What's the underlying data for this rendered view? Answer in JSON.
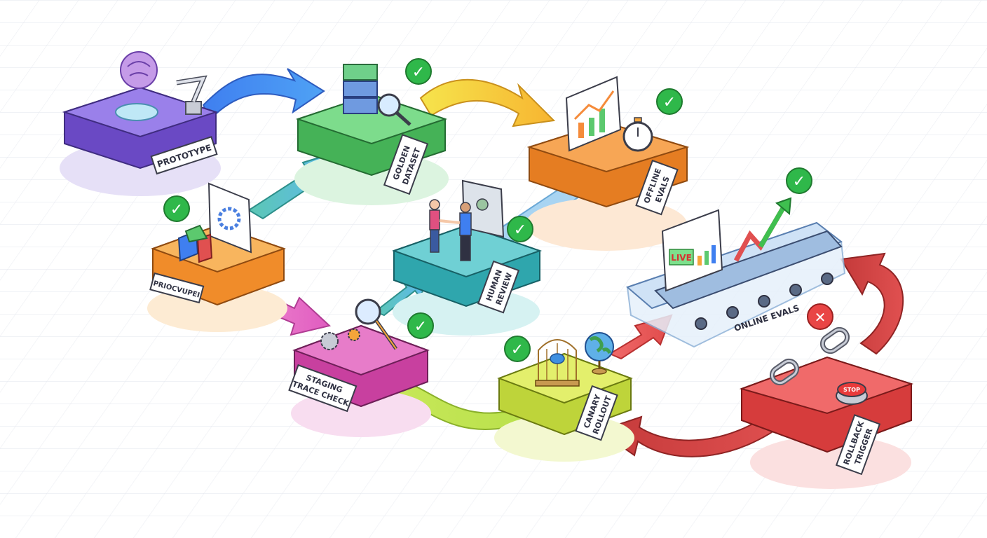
{
  "stages": {
    "prototype": "PROTOTYPE",
    "golden_dataset": [
      "GOLDEN",
      "DATASET"
    ],
    "offline_evals": [
      "OFFLINE",
      "EVALS"
    ],
    "prioritize": "PRIOCVUPEI",
    "human_review": [
      "HUMAN",
      "REVIEW"
    ],
    "online_evals": "ONLINE EVALS",
    "staging": [
      "STAGING",
      "TRACE CHECK"
    ],
    "canary": [
      "CANARY",
      "ROLLOUT"
    ],
    "rollback": [
      "ROLLBACK",
      "TRIGGER"
    ]
  },
  "badges": {
    "live": "LIVE",
    "stop": "STOP",
    "check": "✓",
    "fail": "✕"
  },
  "colors": {
    "prototype": "#7b5ad6",
    "golden": "#5cc96e",
    "offline": "#f59a35",
    "prioritize": "#f5a53a",
    "human": "#3fbdc4",
    "online": "#bcd6f2",
    "staging": "#d95ab8",
    "canary": "#d9e84a",
    "rollback": "#e04848",
    "check": "#2fb84a",
    "fail": "#e94545"
  }
}
